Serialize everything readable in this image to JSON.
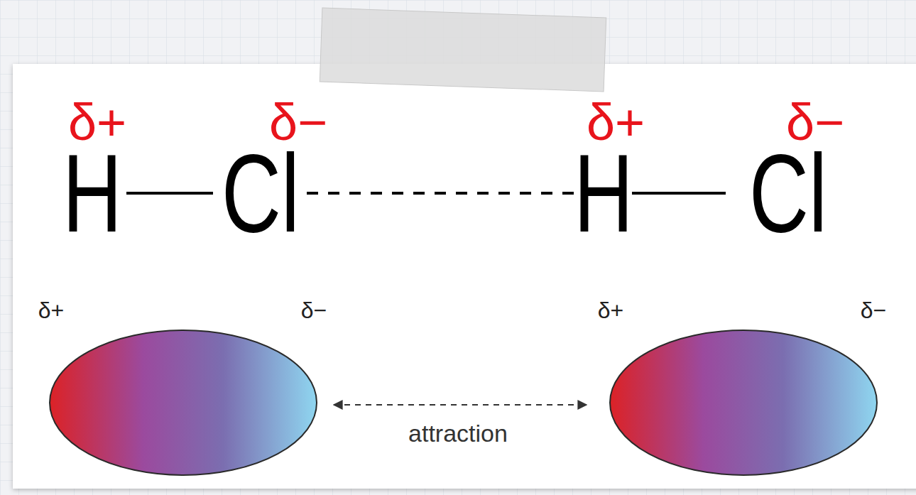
{
  "diagram": {
    "labels": [
      "δ+",
      "δ−",
      "δ+",
      "δ−",
      "H",
      "Cl",
      "H",
      "Cl",
      "δ+",
      "δ−",
      "δ+",
      "δ−",
      "attraction"
    ]
  }
}
